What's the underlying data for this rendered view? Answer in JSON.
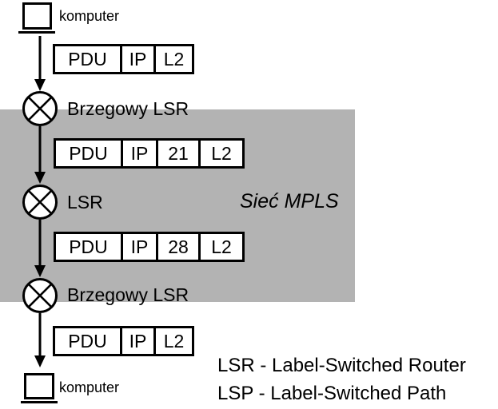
{
  "computers": {
    "top_label": "komputer",
    "bottom_label": "komputer"
  },
  "nodes": [
    {
      "label": "Brzegowy LSR"
    },
    {
      "label": "LSR"
    },
    {
      "label": "Brzegowy LSR"
    }
  ],
  "packets": [
    {
      "cells": [
        "PDU",
        "IP",
        "L2"
      ]
    },
    {
      "cells": [
        "PDU",
        "IP",
        "21",
        "L2"
      ]
    },
    {
      "cells": [
        "PDU",
        "IP",
        "28",
        "L2"
      ]
    },
    {
      "cells": [
        "PDU",
        "IP",
        "L2"
      ]
    }
  ],
  "region": {
    "label": "Sieć MPLS",
    "color": "#b3b3b3"
  },
  "legend": {
    "line1": "LSR - Label-Switched Router",
    "line2": "LSP - Label-Switched Path"
  },
  "colors": {
    "line": "#000000",
    "fill": "#ffffff",
    "region": "#b3b3b3"
  }
}
